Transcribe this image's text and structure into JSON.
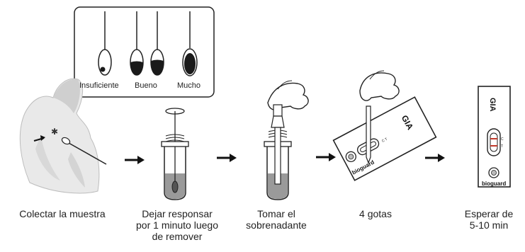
{
  "inset": {
    "labels": {
      "insufficient": "Insuficiente",
      "good": "Bueno",
      "much": "Mucho"
    }
  },
  "steps": [
    {
      "lines": [
        "Colectar la muestra"
      ]
    },
    {
      "lines": [
        "Dejar responsar",
        "por 1 minuto luego",
        "de remover"
      ]
    },
    {
      "lines": [
        "Tomar el",
        "sobrenadante"
      ]
    },
    {
      "lines": [
        "4 gotas"
      ]
    },
    {
      "lines": [
        "Esperar de",
        "5-10 min"
      ]
    }
  ],
  "device": {
    "test_name": "GIA",
    "brand": "bioguard",
    "markers": [
      "C",
      "T"
    ]
  },
  "colors": {
    "line": "#222222",
    "fill_dark": "#1a1a1a",
    "gray_liquid": "#9a9a9a",
    "test_line": "#c0392b"
  }
}
